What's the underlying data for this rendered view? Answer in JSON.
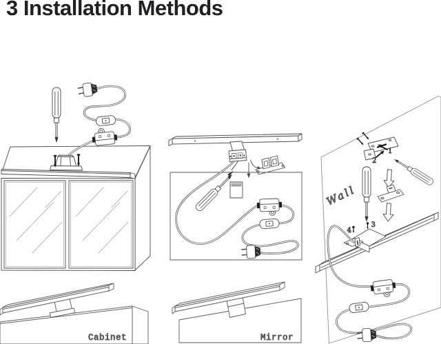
{
  "title": "3 Installation Methods",
  "labels": {
    "wall": "Wall",
    "cabinet": "Cabinet",
    "mirror": "Mirror"
  },
  "wall_install_steps": [
    "1",
    "2",
    "3",
    "4"
  ],
  "colors": {
    "background": "#ffffff",
    "line": "#4a4a4a",
    "line_light": "#8f8f8f",
    "dark_fill": "#1c1c1c",
    "title_text": "#202024",
    "surface_label_text": "#3f3f3f",
    "wall_label_text": "#8c8c8c"
  }
}
